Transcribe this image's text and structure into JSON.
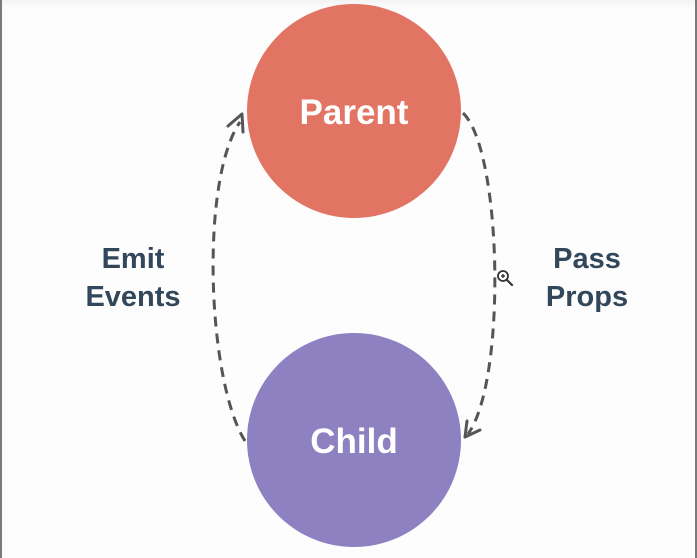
{
  "diagram": {
    "nodes": {
      "parent": {
        "label": "Parent",
        "color": "#e27463"
      },
      "child": {
        "label": "Child",
        "color": "#8e81c2"
      }
    },
    "edges": {
      "emit": {
        "line1": "Emit",
        "line2": "Events"
      },
      "pass": {
        "line1": "Pass",
        "line2": "Props"
      }
    },
    "label_color": "#33475b",
    "arrow_color": "#555555"
  }
}
